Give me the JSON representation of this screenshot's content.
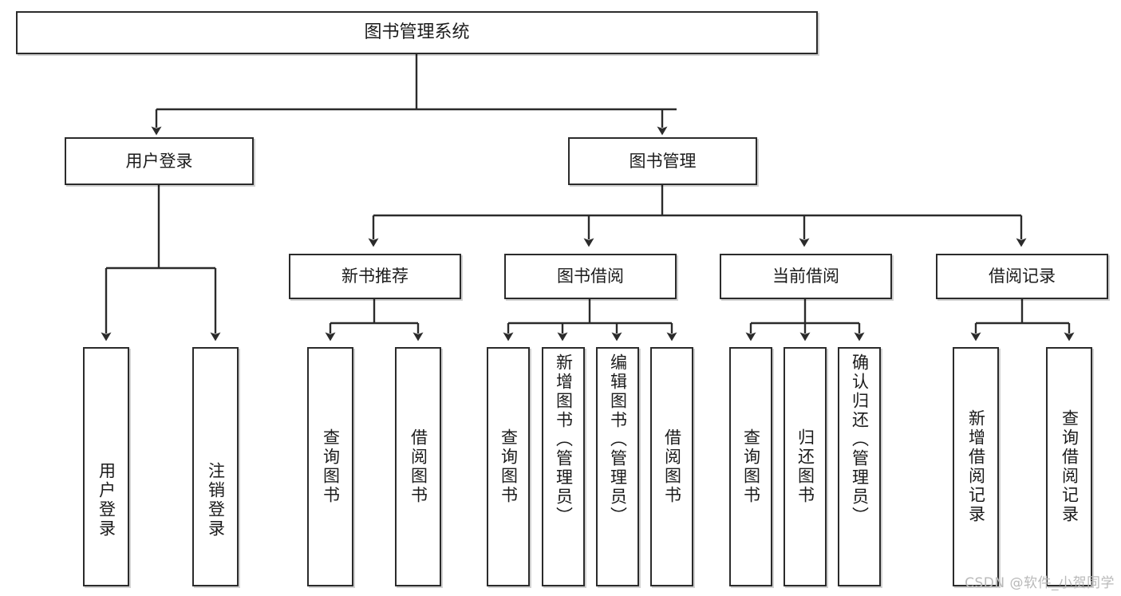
{
  "diagram": {
    "type": "tree",
    "title": "图书管理系统",
    "watermark": "CSDN @软件_小贺同学",
    "colors": {
      "background": "#ffffff",
      "box_stroke": "#2b2b2b",
      "box_fill": "#ffffff",
      "connector": "#2b2b2b",
      "watermark": "#b9b9b9"
    },
    "levels": {
      "root": "图书管理系统",
      "level2": [
        "用户登录",
        "图书管理"
      ],
      "level3": [
        "新书推荐",
        "图书借阅",
        "当前借阅",
        "借阅记录"
      ]
    },
    "nodes": {
      "root": {
        "label": "图书管理系统"
      },
      "user_login": {
        "label": "用户登录"
      },
      "book_manage": {
        "label": "图书管理"
      },
      "new_book_rec": {
        "label": "新书推荐"
      },
      "book_borrow": {
        "label": "图书借阅"
      },
      "current_borrow": {
        "label": "当前借阅"
      },
      "borrow_record": {
        "label": "借阅记录"
      },
      "leaf_user_login": {
        "label": "用户登录"
      },
      "leaf_user_logout": {
        "label": "注销登录"
      },
      "leaf_rec_query": {
        "label": "查询图书"
      },
      "leaf_rec_borrow": {
        "label": "借阅图书"
      },
      "leaf_borrow_query": {
        "label": "查询图书"
      },
      "leaf_borrow_add": {
        "label": "新增图书（管理员）"
      },
      "leaf_borrow_edit": {
        "label": "编辑图书（管理员）"
      },
      "leaf_borrow_borrow": {
        "label": "借阅图书"
      },
      "leaf_cur_query": {
        "label": "查询图书"
      },
      "leaf_cur_return": {
        "label": "归还图书"
      },
      "leaf_cur_confirm": {
        "label": "确认归还（管理员）"
      },
      "leaf_rec_add": {
        "label": "新增借阅记录"
      },
      "leaf_rec_search": {
        "label": "查询借阅记录"
      }
    },
    "edges": [
      {
        "from": "root",
        "to": "user_login"
      },
      {
        "from": "root",
        "to": "book_manage"
      },
      {
        "from": "user_login",
        "to": "leaf_user_login"
      },
      {
        "from": "user_login",
        "to": "leaf_user_logout"
      },
      {
        "from": "book_manage",
        "to": "new_book_rec"
      },
      {
        "from": "book_manage",
        "to": "book_borrow"
      },
      {
        "from": "book_manage",
        "to": "current_borrow"
      },
      {
        "from": "book_manage",
        "to": "borrow_record"
      },
      {
        "from": "new_book_rec",
        "to": "leaf_rec_query"
      },
      {
        "from": "new_book_rec",
        "to": "leaf_rec_borrow"
      },
      {
        "from": "book_borrow",
        "to": "leaf_borrow_query"
      },
      {
        "from": "book_borrow",
        "to": "leaf_borrow_add"
      },
      {
        "from": "book_borrow",
        "to": "leaf_borrow_edit"
      },
      {
        "from": "book_borrow",
        "to": "leaf_borrow_borrow"
      },
      {
        "from": "current_borrow",
        "to": "leaf_cur_query"
      },
      {
        "from": "current_borrow",
        "to": "leaf_cur_return"
      },
      {
        "from": "current_borrow",
        "to": "leaf_cur_confirm"
      },
      {
        "from": "borrow_record",
        "to": "leaf_rec_add"
      },
      {
        "from": "borrow_record",
        "to": "leaf_rec_search"
      }
    ]
  }
}
